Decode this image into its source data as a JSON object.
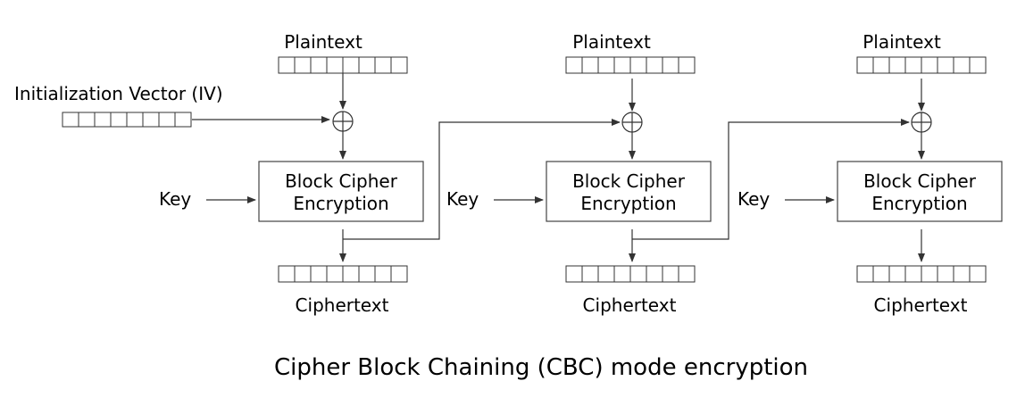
{
  "caption": "Cipher Block Chaining (CBC) mode encryption",
  "iv_label": "Initialization Vector (IV)",
  "stages": [
    {
      "plaintext_label": "Plaintext",
      "key_label": "Key",
      "box_line1": "Block Cipher",
      "box_line2": "Encryption",
      "ciphertext_label": "Ciphertext"
    },
    {
      "plaintext_label": "Plaintext",
      "key_label": "Key",
      "box_line1": "Block Cipher",
      "box_line2": "Encryption",
      "ciphertext_label": "Ciphertext"
    },
    {
      "plaintext_label": "Plaintext",
      "key_label": "Key",
      "box_line1": "Block Cipher",
      "box_line2": "Encryption",
      "ciphertext_label": "Ciphertext"
    }
  ],
  "block_cells": 8,
  "colors": {
    "line": "#333333",
    "box_border": "#444444",
    "background": "#ffffff"
  }
}
